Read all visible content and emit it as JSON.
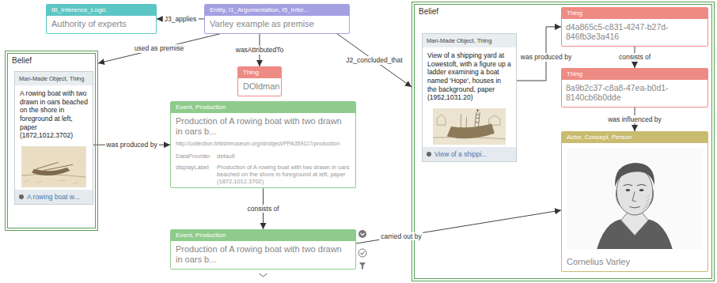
{
  "diagram": {
    "nodes": [
      {
        "text": [
          "IB_Inference_Logic",
          "Authority of experts"
        ]
      },
      {
        "text": [
          "Entity, I1_Argumentation, I5_Infer...",
          "Varley example as premise"
        ]
      },
      {
        "text": [
          "Thing",
          "DOldman"
        ]
      },
      {
        "text": [
          "Belief"
        ]
      },
      {
        "text": [
          "Man-Made Object, Thing",
          "A rowing boat with two drawn in oars beached on the shore in foreground at left, paper (1872,1012.3702)",
          "A rowing boat w..."
        ],
        "in": 3
      },
      {
        "text": [
          "Event, Production",
          "Production of A rowing boat with two drawn in oars b...",
          "http://collection.britishmuseum.org/id/object/PPA359117/production",
          "DataProvider",
          "default",
          "displayLabel",
          "Production of A rowing boat with two drawn in oars beached on the shore in foreground at left, paper (1872,1012.3702)"
        ]
      },
      {
        "text": [
          "Event, Production",
          "Production of A rowing boat with two drawn in oars b..."
        ]
      },
      {
        "text": [
          "Belief"
        ]
      },
      {
        "text": [
          "Man-Made Object, Thing",
          "View of a shipping yard at Lowestoft, with a figure up a ladder examining a boat named 'Hope', houses in the background, paper (1952,1031.20)",
          "View of a shippi..."
        ],
        "in": 7
      },
      {
        "text": [
          "Thing",
          "d4a865c5-c831-4247-b27d-846fb3e3a416"
        ],
        "in": 7
      },
      {
        "text": [
          "Thing",
          "8a9b2c37-c8a8-47ea-b0d1-8140cb6b0dde"
        ],
        "in": 7
      },
      {
        "text": [
          "Actor, Concept, Person",
          "Cornelius Varley"
        ],
        "in": 7
      }
    ],
    "edges": [
      {
        "from": 1,
        "to": 0,
        "label": "J3_applies",
        "arrow": "to"
      },
      {
        "from": 1,
        "to": 2,
        "label": "wasAttributedTo",
        "arrow": "to"
      },
      {
        "from": 1,
        "to": 3,
        "label": "used as premise",
        "arrow": "to"
      },
      {
        "from": 1,
        "to": 7,
        "label": "J2_concluded_that",
        "arrow": "to"
      },
      {
        "from": 4,
        "to": 5,
        "label": "was produced by",
        "arrow": "to"
      },
      {
        "from": 5,
        "to": 6,
        "label": "consists of",
        "arrow": "to"
      },
      {
        "from": 6,
        "to": 11,
        "label": "carried out by",
        "arrow": "to"
      },
      {
        "from": 8,
        "to": 9,
        "label": "was produced by",
        "arrow": "to"
      },
      {
        "from": 9,
        "to": 10,
        "label": "consists of",
        "arrow": "to"
      },
      {
        "from": 10,
        "to": 11,
        "label": "was influenced by",
        "arrow": "to"
      }
    ]
  }
}
